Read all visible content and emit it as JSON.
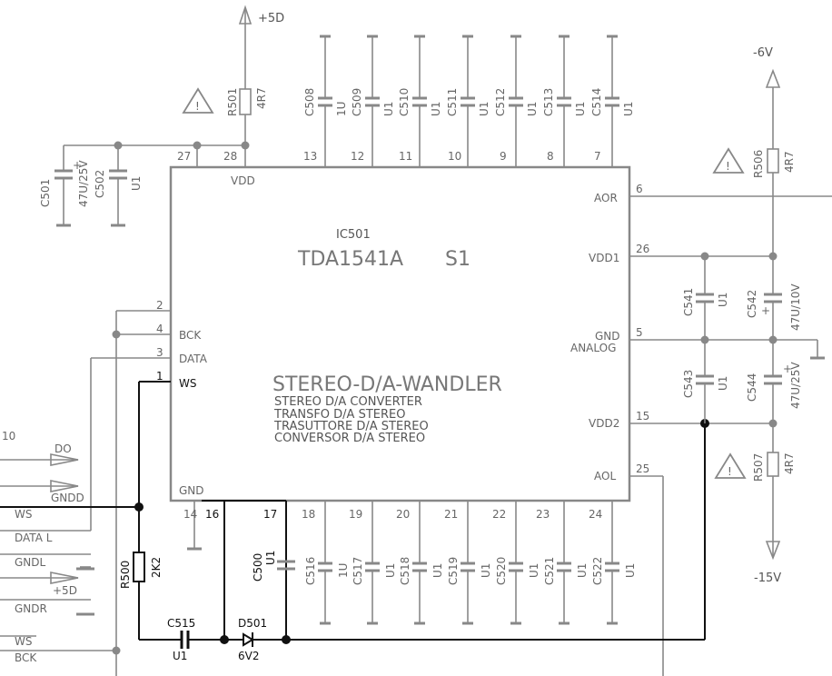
{
  "ic": {
    "ref": "IC501",
    "part": "TDA1541A",
    "variant": "S1",
    "title": "STEREO-D/A-WANDLER",
    "subtitles": [
      "STEREO D/A CONVERTER",
      "TRANSFO D/A STEREO",
      "TRASUTTORE D/A STEREO",
      "CONVERSOR D/A STEREO"
    ]
  },
  "pin_labels": {
    "vdd": "VDD",
    "aor": "AOR",
    "vdd1": "VDD1",
    "gnd_analog_1": "GND",
    "gnd_analog_2": "ANALOG",
    "vdd2": "VDD2",
    "aol": "AOL",
    "bck": "BCK",
    "data": "DATA",
    "ws": "WS",
    "gnd": "GND"
  },
  "pin_numbers": {
    "p27": "27",
    "p28": "28",
    "p13": "13",
    "p12": "12",
    "p11": "11",
    "p10": "10",
    "p9": "9",
    "p8": "8",
    "p7": "7",
    "p6": "6",
    "p26": "26",
    "p5": "5",
    "p15": "15",
    "p25": "25",
    "p2": "2",
    "p4": "4",
    "p3": "3",
    "p1": "1",
    "p14": "14",
    "p16": "16",
    "p17": "17",
    "p18": "18",
    "p19": "19",
    "p20": "20",
    "p21": "21",
    "p22": "22",
    "p23": "23",
    "p24": "24"
  },
  "rails": {
    "plus5": "+5D",
    "minus6": "-6V",
    "minus15": "-15V",
    "plus5_left": "+5D"
  },
  "left_bus": [
    "10",
    "DO",
    "GNDD",
    "WS",
    "DATA L",
    "GNDL",
    "GNDR",
    "WS",
    "BCK"
  ],
  "top_caps": [
    {
      "ref": "C508",
      "val": "1U"
    },
    {
      "ref": "C509",
      "val": "U1"
    },
    {
      "ref": "C510",
      "val": "U1"
    },
    {
      "ref": "C511",
      "val": "U1"
    },
    {
      "ref": "C512",
      "val": "U1"
    },
    {
      "ref": "C513",
      "val": "U1"
    },
    {
      "ref": "C514",
      "val": "U1"
    }
  ],
  "bottom_caps": [
    {
      "ref": "C516",
      "val": "1U"
    },
    {
      "ref": "C517",
      "val": "U1"
    },
    {
      "ref": "C518",
      "val": "U1"
    },
    {
      "ref": "C519",
      "val": "U1"
    },
    {
      "ref": "C520",
      "val": "U1"
    },
    {
      "ref": "C521",
      "val": "U1"
    },
    {
      "ref": "C522",
      "val": "U1"
    }
  ],
  "parts": {
    "r501": {
      "ref": "R501",
      "val": "4R7"
    },
    "c501": {
      "ref": "C501",
      "val": "47U/25V"
    },
    "c502": {
      "ref": "C502",
      "val": "U1"
    },
    "r506": {
      "ref": "R506",
      "val": "4R7"
    },
    "c541": {
      "ref": "C541",
      "val": "U1"
    },
    "c542": {
      "ref": "C542",
      "val": "47U/10V"
    },
    "c543": {
      "ref": "C543",
      "val": "U1"
    },
    "c544": {
      "ref": "C544",
      "val": "47U/25V"
    },
    "r507": {
      "ref": "R507",
      "val": "4R7"
    },
    "r500": {
      "ref": "R500",
      "val": "2K2"
    },
    "c500": {
      "ref": "C500",
      "val": "U1"
    },
    "c515": {
      "ref": "C515",
      "val": "U1"
    },
    "d501": {
      "ref": "D501",
      "val": "6V2"
    }
  },
  "icons": [
    "warning-triangle-icon",
    "warning-triangle-icon",
    "warning-triangle-icon"
  ]
}
